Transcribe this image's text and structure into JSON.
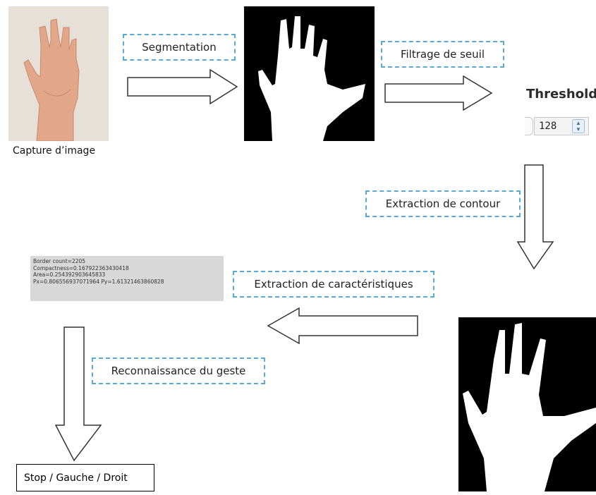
{
  "steps": {
    "capture_caption": "Capture d’image",
    "segmentation": "Segmentation",
    "threshold_filter": "Filtrage de seuil",
    "contour_extraction": "Extraction de contour",
    "feature_extraction": "Extraction de caractéristiques",
    "gesture_recognition": "Reconnaissance du geste",
    "result": "Stop / Gauche / Droit"
  },
  "threshold_widget": {
    "title": "Threshold",
    "value": "128"
  },
  "features_output": {
    "lines": [
      "Border count=2205",
      "Compactness=0.167922363430418",
      "Area=0.254392903645833",
      "Px=0.806556937071964   Py=1.61321463860828"
    ]
  },
  "colors": {
    "dashed_border": "#5aa9d6",
    "mask_background": "#000000",
    "hand_mask": "#ffffff",
    "skin": "#e3a98a"
  },
  "icons": [
    "hand-photo",
    "segmented-hand-mask",
    "contour-hand-mask",
    "arrow-right",
    "arrow-down",
    "arrow-left",
    "spinner-up-down-icon"
  ]
}
